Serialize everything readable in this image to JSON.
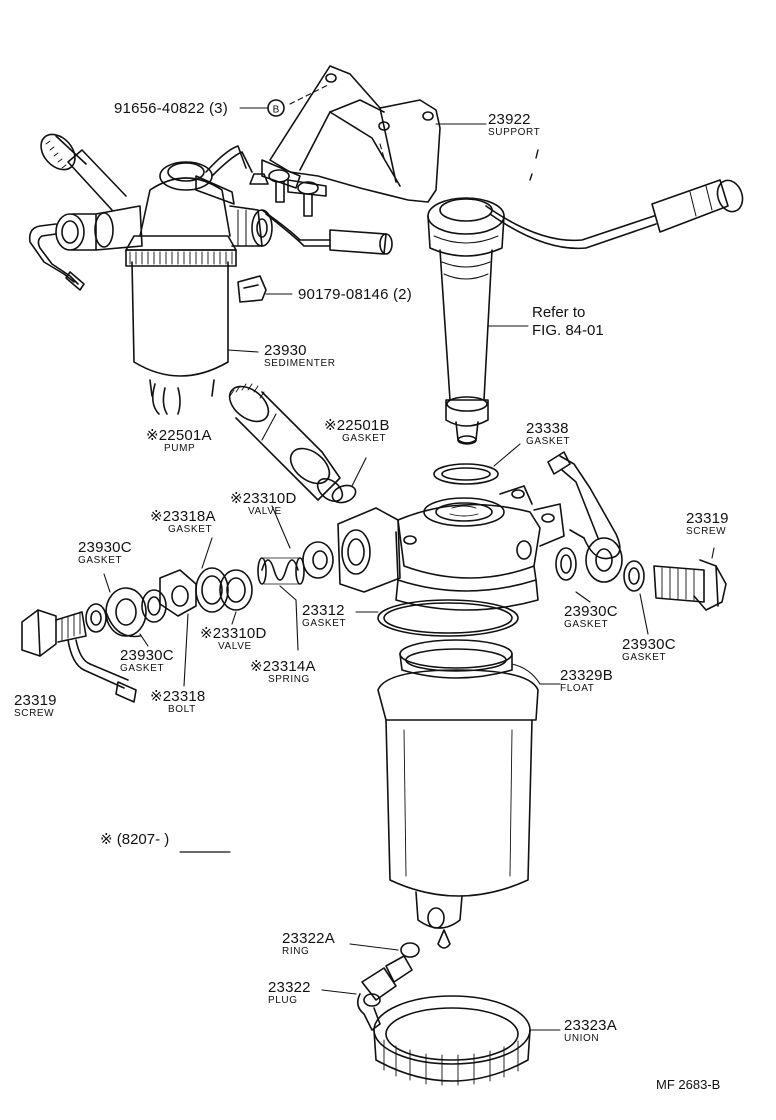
{
  "labels": {
    "l91656": {
      "part": "91656-40822 (3)",
      "name": ""
    },
    "l23922": {
      "part": "23922",
      "name": "SUPPORT"
    },
    "l90179": {
      "part": "90179-08146 (2)",
      "name": ""
    },
    "l23930": {
      "part": "23930",
      "name": "SEDIMENTER"
    },
    "refer": {
      "line1": "Refer to",
      "line2": "FIG. 84-01"
    },
    "l22501A": {
      "part": "※22501A",
      "name": "PUMP"
    },
    "l22501B": {
      "part": "※22501B",
      "name": "GASKET"
    },
    "l23338": {
      "part": "23338",
      "name": "GASKET"
    },
    "l23310D_top": {
      "part": "※23310D",
      "name": "VALVE"
    },
    "l23318A": {
      "part": "※23318A",
      "name": "GASKET"
    },
    "l23930C_left": {
      "part": "23930C",
      "name": "GASKET"
    },
    "l23319_right": {
      "part": "23319",
      "name": "SCREW"
    },
    "l23312": {
      "part": "23312",
      "name": "GASKET"
    },
    "l23930C_mid": {
      "part": "23930C",
      "name": "GASKET"
    },
    "l23310D_low": {
      "part": "※23310D",
      "name": "VALVE"
    },
    "l23930C_r1": {
      "part": "23930C",
      "name": "GASKET"
    },
    "l23930C_r2": {
      "part": "23930C",
      "name": "GASKET"
    },
    "l23314A": {
      "part": "※23314A",
      "name": "SPRING"
    },
    "l23329B": {
      "part": "23329B",
      "name": "FLOAT"
    },
    "l23319_left": {
      "part": "23319",
      "name": "SCREW"
    },
    "l23318": {
      "part": "※23318",
      "name": "BOLT"
    },
    "l23322A": {
      "part": "23322A",
      "name": "RING"
    },
    "l23322": {
      "part": "23322",
      "name": "PLUG"
    },
    "l23323A": {
      "part": "23323A",
      "name": "UNION"
    }
  },
  "footnote": "※ (8207-           )",
  "bolt_marker": "B",
  "figure_code": "MF  2683-B",
  "colors": {
    "ink": "#111111",
    "paper": "#ffffff"
  }
}
